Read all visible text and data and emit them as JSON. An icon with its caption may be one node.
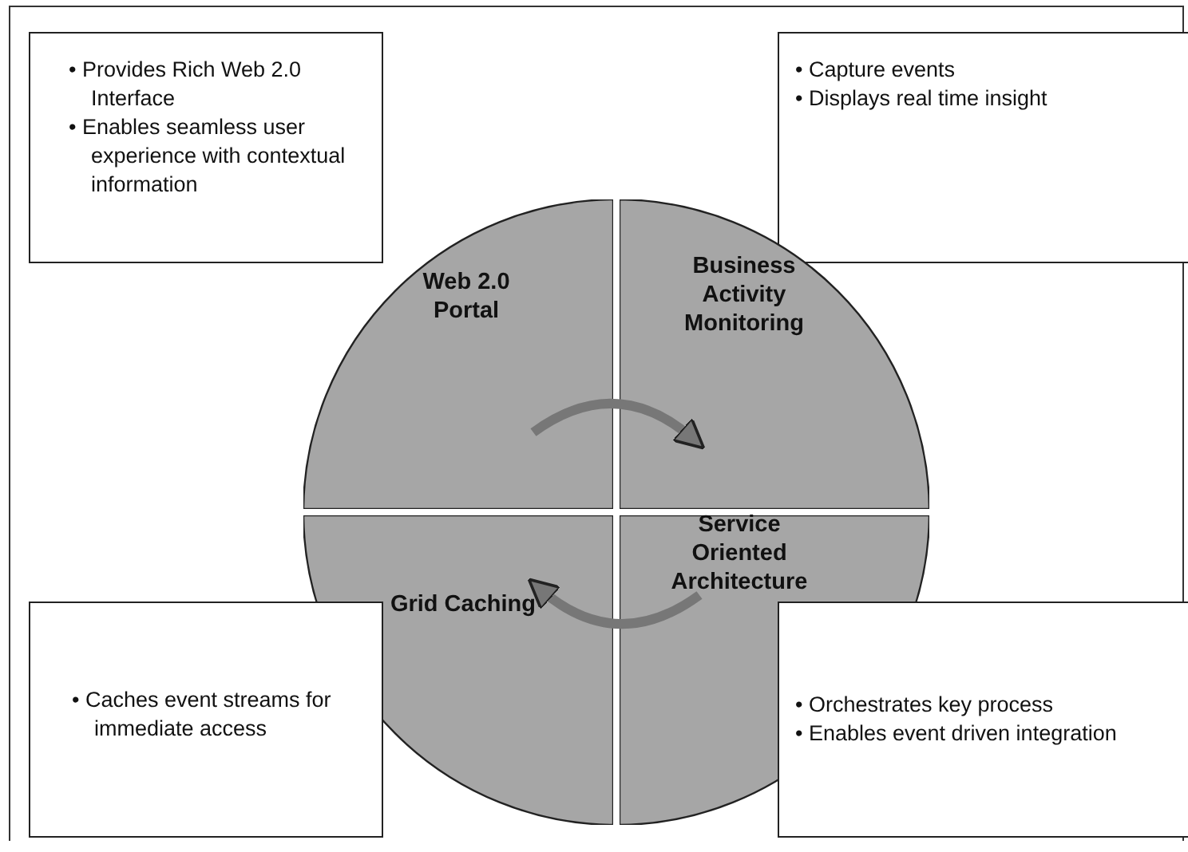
{
  "diagram": {
    "nodes": [
      {
        "text": [
          "• Provides Rich Web 2.0 Interface",
          "• Enables seamless user experience with contextual information"
        ]
      },
      {
        "text": [
          "• Capture events",
          "• Displays real time insight"
        ]
      },
      {
        "text": [
          "Web 2.0 Portal"
        ]
      },
      {
        "text": [
          "Business Activity Monitoring"
        ]
      },
      {
        "text": [
          "Grid Caching"
        ]
      },
      {
        "text": [
          "Service Oriented Architecture"
        ]
      },
      {
        "text": [
          "• Caches event streams for immediate access"
        ]
      },
      {
        "text": [
          "• Orchestrates key process",
          "• Enables event driven integration"
        ]
      }
    ],
    "edges": [
      {
        "from": 2,
        "to": 3,
        "arrow": "to"
      },
      {
        "from": 5,
        "to": 4,
        "arrow": "to"
      }
    ]
  }
}
